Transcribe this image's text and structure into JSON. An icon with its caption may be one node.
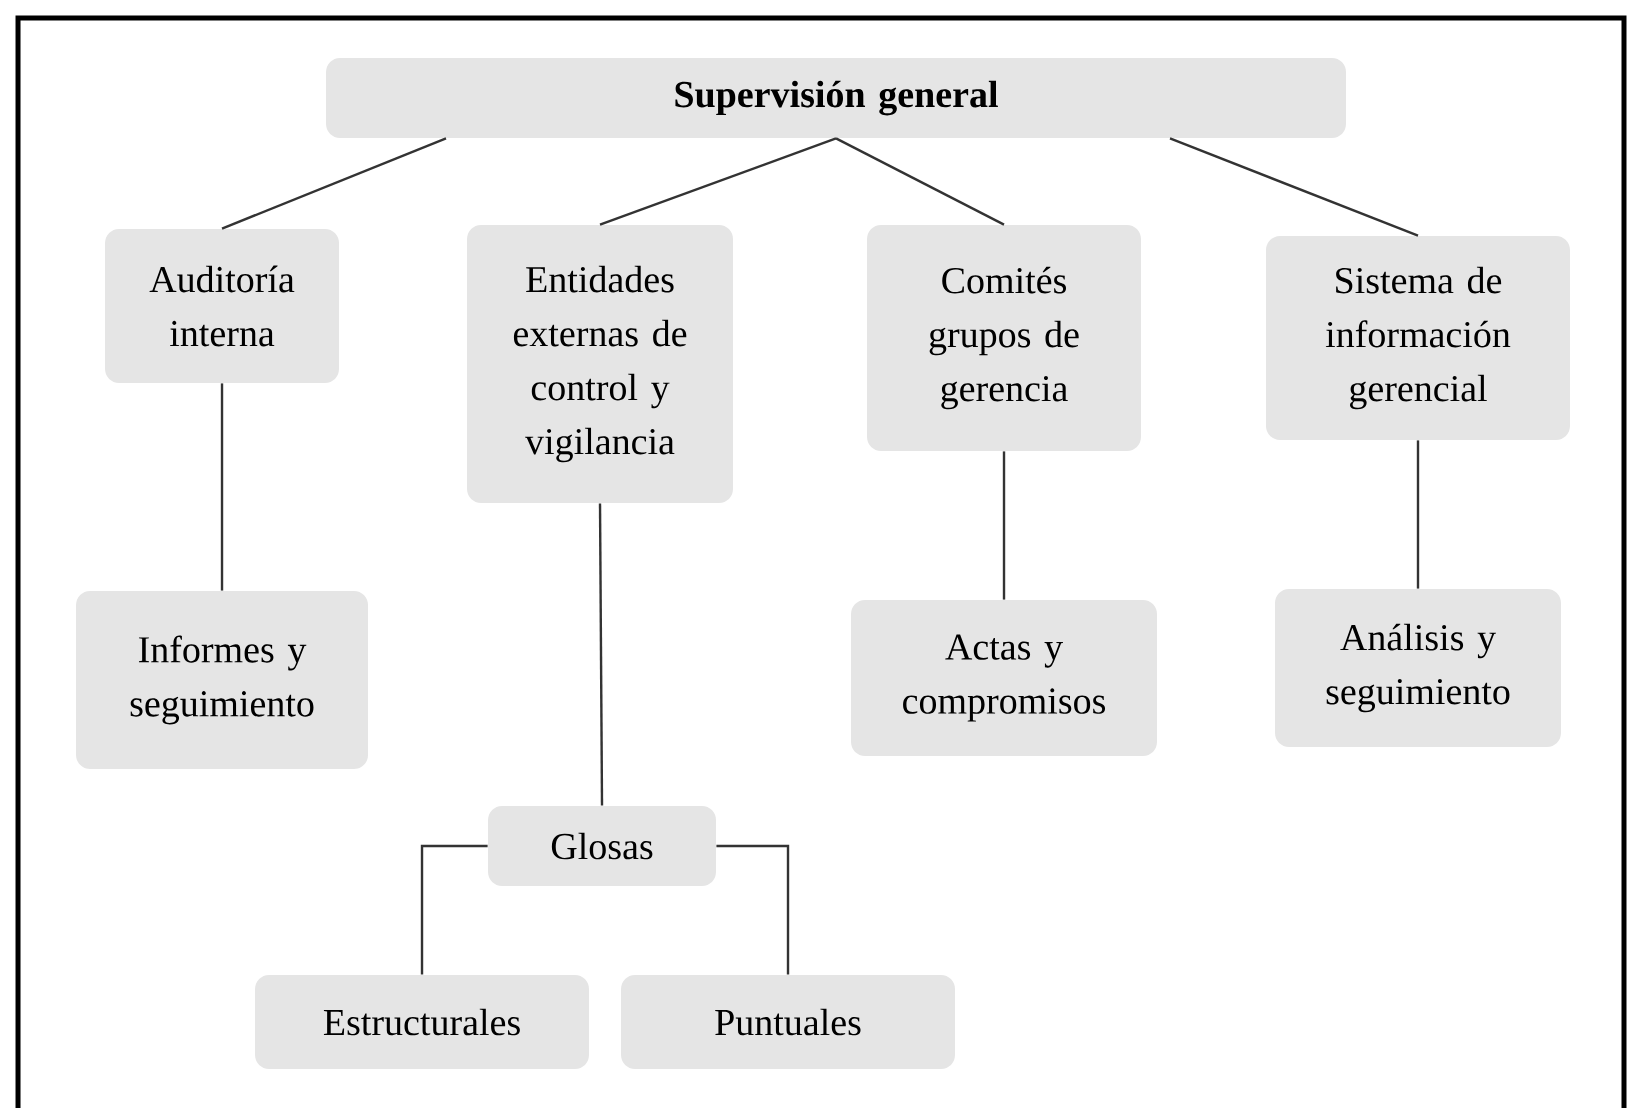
{
  "diagram": {
    "nodes": [
      {
        "text": [
          "Supervisión general"
        ]
      },
      {
        "text": [
          "Auditoría interna"
        ]
      },
      {
        "text": [
          "Entidades externas de control y vigilancia"
        ]
      },
      {
        "text": [
          "Comités grupos de gerencia"
        ]
      },
      {
        "text": [
          "Sistema de información gerencial"
        ]
      },
      {
        "text": [
          "Informes y seguimiento"
        ]
      },
      {
        "text": [
          "Actas y compromisos"
        ]
      },
      {
        "text": [
          "Análisis y seguimiento"
        ]
      },
      {
        "text": [
          "Glosas"
        ]
      },
      {
        "text": [
          "Estructurales"
        ]
      },
      {
        "text": [
          "Puntuales"
        ]
      }
    ],
    "edges": [
      {
        "from": 0,
        "to": 1,
        "arrow": "none"
      },
      {
        "from": 0,
        "to": 2,
        "arrow": "none"
      },
      {
        "from": 0,
        "to": 3,
        "arrow": "none"
      },
      {
        "from": 0,
        "to": 4,
        "arrow": "none"
      },
      {
        "from": 1,
        "to": 5,
        "arrow": "none"
      },
      {
        "from": 2,
        "to": 8,
        "arrow": "none"
      },
      {
        "from": 3,
        "to": 6,
        "arrow": "none"
      },
      {
        "from": 4,
        "to": 7,
        "arrow": "none"
      },
      {
        "from": 8,
        "to": 9,
        "arrow": "none"
      },
      {
        "from": 8,
        "to": 10,
        "arrow": "none"
      }
    ]
  }
}
